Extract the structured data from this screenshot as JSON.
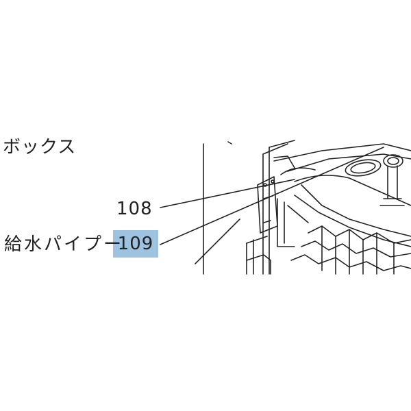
{
  "labels": {
    "box_partial": "ボックス",
    "part_108": "108",
    "pipe_name": "給水パイプー",
    "part_109": "109"
  },
  "colors": {
    "highlight": "#9ec3e0",
    "line": "#222222"
  }
}
